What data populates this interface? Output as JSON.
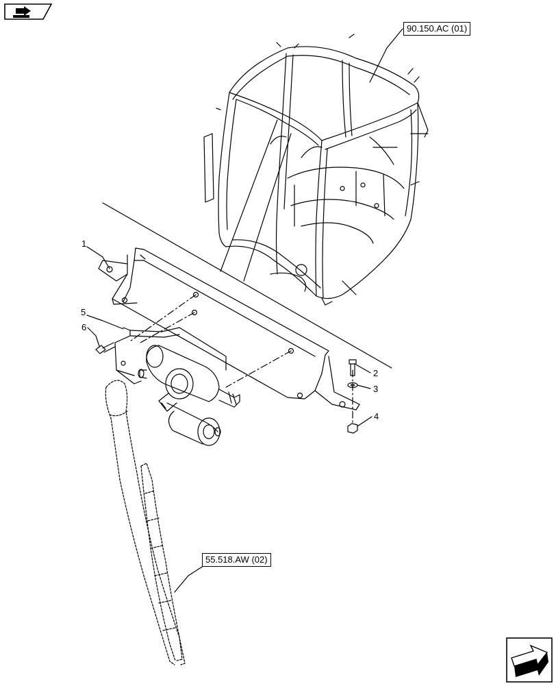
{
  "references": {
    "cab": "90.150.AC (01)",
    "wiper": "55.518.AW (02)"
  },
  "items": [
    "1",
    "2",
    "3",
    "4",
    "5",
    "6"
  ],
  "icons": {
    "top_left": "book-arrow-icon",
    "bottom_right": "next-page-arrow-icon"
  },
  "colors": {
    "line": "#000000",
    "background": "#ffffff"
  }
}
